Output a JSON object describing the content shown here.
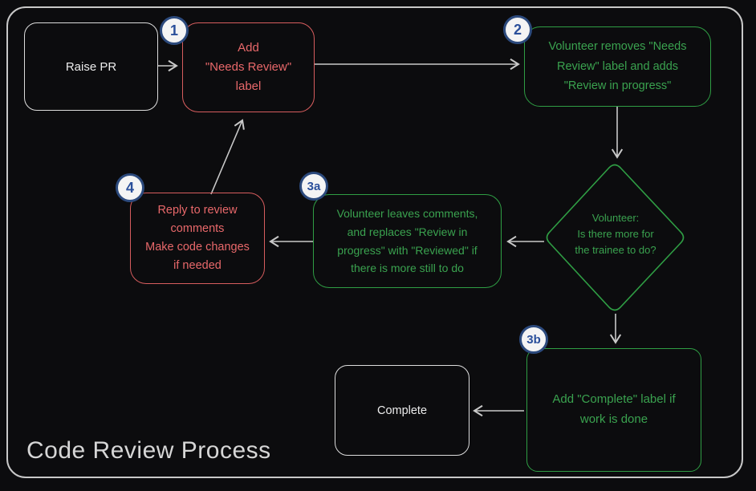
{
  "title": "Code Review Process",
  "colors": {
    "bg": "#0c0c0e",
    "frame": "#c8c8c8",
    "arrow": "#c9c9c9",
    "white-node": "#dcdcdc",
    "white-text": "#ededed",
    "red-border": "#d75d5e",
    "red-text": "#e8686a",
    "green-border": "#2f9e44",
    "green-text": "#3aa24f",
    "badge-bg": "#f4f4f4",
    "badge-border": "#2c4a7d",
    "badge-text": "#2a4f9b",
    "title-text": "#d6d6d6"
  },
  "nodes": {
    "raise_pr": {
      "label": "Raise PR"
    },
    "add_needs_review": {
      "badge": "1",
      "label": "Add\n\"Needs Review\"\nlabel"
    },
    "volunteer_removes": {
      "badge": "2",
      "label": "Volunteer removes \"Needs\nReview\" label and adds\n\"Review in progress\""
    },
    "decision": {
      "label": "Volunteer:\nIs there more for\nthe trainee to do?"
    },
    "leaves_comments": {
      "badge": "3a",
      "label": "Volunteer leaves comments,\nand replaces \"Review in\nprogress\" with \"Reviewed\" if\nthere is more still to do"
    },
    "reply_to_comments": {
      "badge": "4",
      "label": "Reply to review\ncomments\nMake code changes\nif needed"
    },
    "add_complete": {
      "badge": "3b",
      "label": "Add \"Complete\" label if\nwork is done"
    },
    "complete": {
      "label": "Complete"
    }
  }
}
